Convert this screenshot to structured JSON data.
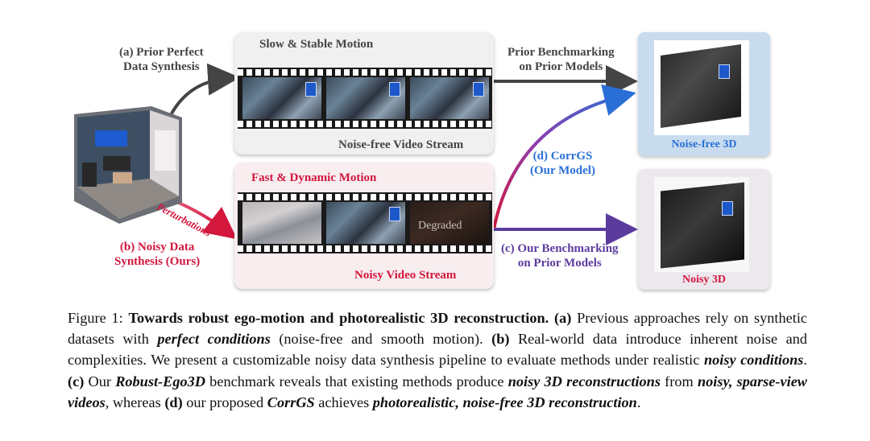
{
  "figure": {
    "label_a": [
      "(a) Prior Perfect",
      "Data Synthesis"
    ],
    "label_b": [
      "(b) Noisy Data",
      "Synthesis  (Ours)"
    ],
    "label_c": [
      "(c) Our Benchmarking",
      "on Prior Models"
    ],
    "label_d": [
      "(d) CorrGS",
      "(Our Model)"
    ],
    "prior_benchmark": [
      "Prior Benchmarking",
      "on Prior Models"
    ],
    "perturbations": "Perturbations",
    "slow_motion": "Slow & Stable Motion",
    "noise_free_stream": "Noise-free Video Stream",
    "fast_motion": "Fast & Dynamic Motion",
    "noisy_stream": "Noisy Video Stream",
    "degraded": "Degraded",
    "noise_free_3d": "Noise-free 3D",
    "noisy_3d": "Noisy 3D",
    "colors": {
      "red": "#d3173d",
      "blue": "#2a6fd6",
      "purple": "#5b3c9e",
      "gray": "#444444"
    }
  },
  "caption": {
    "prefix": "Figure 1: ",
    "title": "Towards robust ego-motion and photorealistic 3D reconstruction.",
    "a_label": "(a)",
    "t1": " Previous approaches rely on synthetic datasets with ",
    "perfect": "perfect conditions",
    "t2": " (noise-free and smooth motion). ",
    "b_label": "(b)",
    "t3": " Real-world data introduce inherent noise and complexities. We present a customizable noisy data synthesis pipeline to evaluate methods under realistic ",
    "noisy_cond": "noisy conditions",
    "t4": ". ",
    "c_label": "(c)",
    "t5": " Our ",
    "robust": "Robust-Ego3D",
    "t6": " benchmark reveals that existing methods produce ",
    "noisy3d": "noisy 3D reconstructions",
    "t7": " from ",
    "noisy_sparse": "noisy, sparse-view videos",
    "t8": ", whereas ",
    "d_label": "(d)",
    "t9": " our proposed ",
    "corrgs": "CorrGS",
    "t10": " achieves ",
    "photoreal": "photorealistic, noise-free 3D reconstruction",
    "t11": "."
  }
}
